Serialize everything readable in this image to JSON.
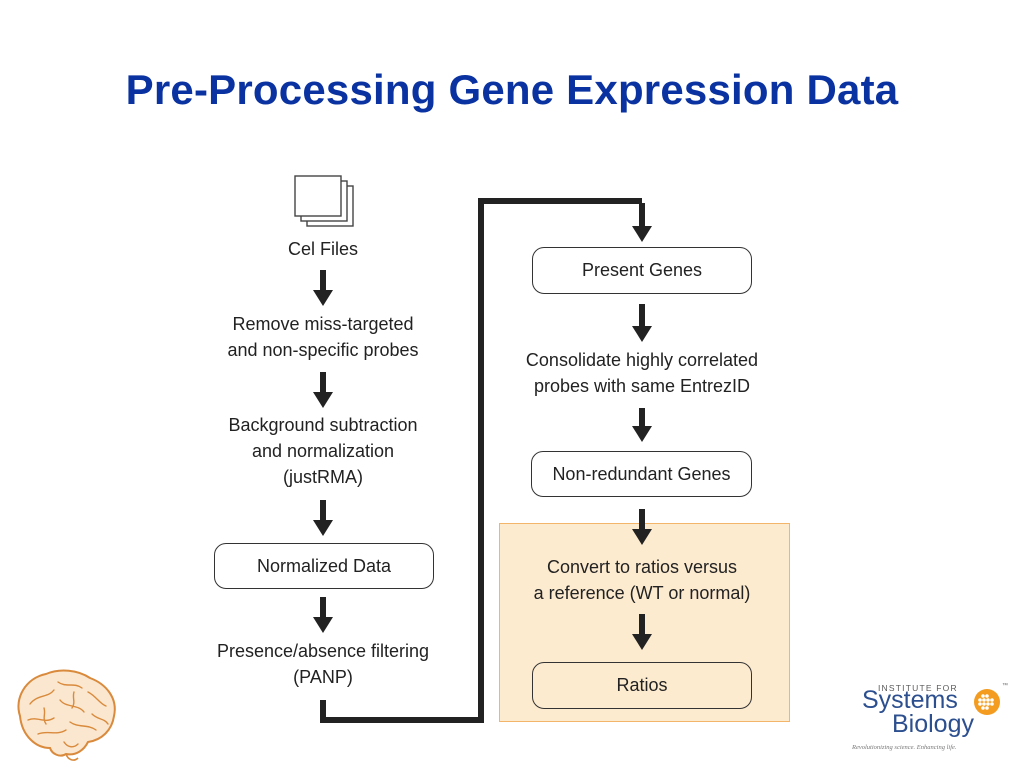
{
  "title": "Pre-Processing Gene Expression Data",
  "left_column": {
    "cel_files_label": "Cel Files",
    "step_remove": [
      "Remove miss-targeted",
      "and non-specific probes"
    ],
    "step_background": [
      "Background subtraction",
      "and normalization",
      "(justRMA)"
    ],
    "normalized_data_box": "Normalized Data",
    "step_presence": [
      "Presence/absence filtering",
      "(PANP)"
    ]
  },
  "right_column": {
    "present_genes_box": "Present Genes",
    "step_consolidate": [
      "Consolidate highly correlated",
      "probes with same EntrezID"
    ],
    "non_redundant_box": "Non-redundant Genes",
    "step_convert": [
      "Convert to ratios versus",
      "a reference (WT or normal)"
    ],
    "ratios_box": "Ratios"
  },
  "logo": {
    "top_text": "INSTITUTE FOR",
    "line1": "Systems",
    "line2": "Biology",
    "tagline": "Revolutionizing science. Enhancing life.",
    "tm": "™"
  },
  "icons": {
    "files": "stacked-files-icon",
    "brain": "brain-illustration",
    "logo_mark": "isb-dot-grid-icon"
  },
  "colors": {
    "title": "#0a32a0",
    "highlight_fill": "#fdebd0",
    "highlight_border": "#f2b56a",
    "logo_blue": "#2c4f8f",
    "logo_orange": "#f39c1f",
    "arrow": "#222222"
  }
}
